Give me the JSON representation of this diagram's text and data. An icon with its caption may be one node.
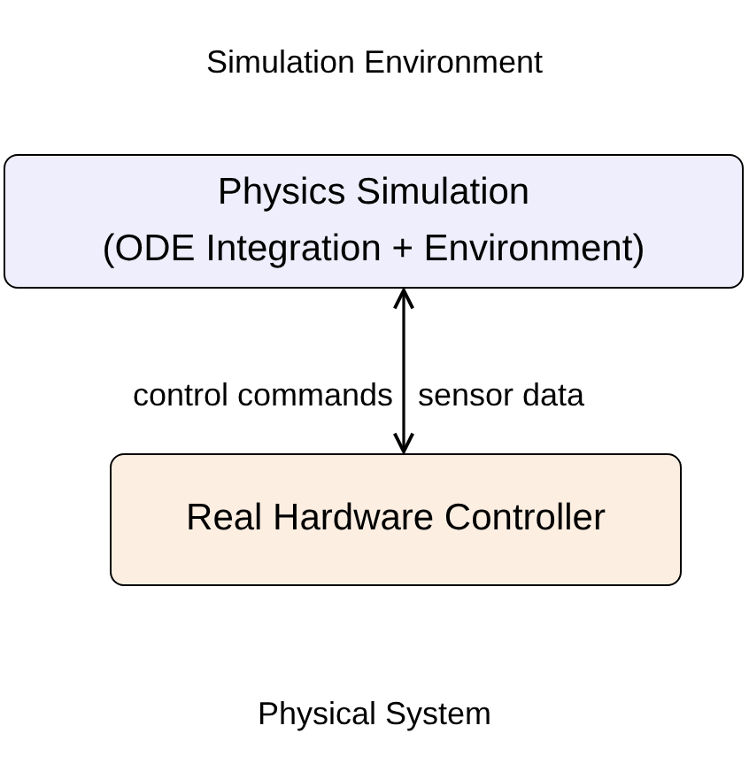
{
  "diagram": {
    "title": "Simulation Environment",
    "caption": "Physical System",
    "nodes": [
      {
        "text": [
          "Physics Simulation",
          "(ODE Integration + Environment)"
        ]
      },
      {
        "text": [
          "Real Hardware Controller"
        ]
      }
    ],
    "edges": [
      {
        "from": 0,
        "to": 1,
        "arrow": "both"
      }
    ],
    "labels": [
      "control commands",
      "sensor data"
    ]
  }
}
